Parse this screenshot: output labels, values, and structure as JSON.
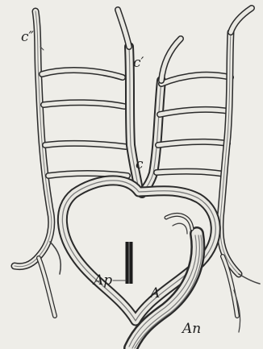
{
  "figure": {
    "labels": {
      "c_double_prime": "c″",
      "c_prime": "c′",
      "c": "c",
      "ap": "Ap",
      "a": "A",
      "an": "An"
    }
  },
  "colors": {
    "background": "#eeede8",
    "ink": "#2b2b2b",
    "vessel_fill": "#e9e8e2",
    "hatch": "#7a7a7a"
  }
}
